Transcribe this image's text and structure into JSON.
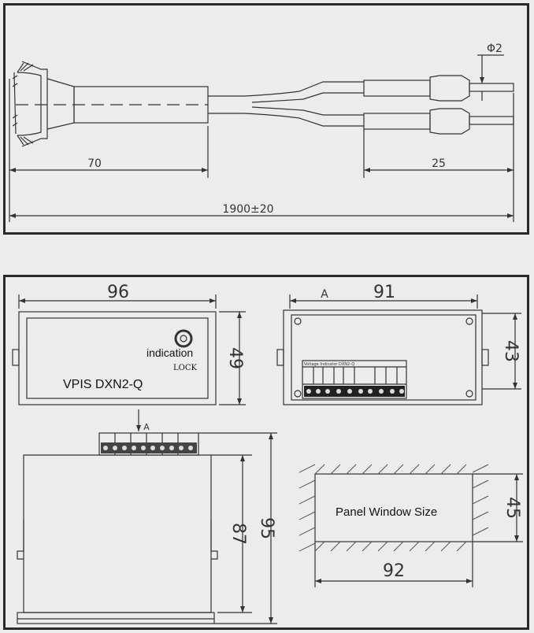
{
  "top": {
    "diameter": "Φ2",
    "dim_length_probe": "70",
    "dim_length_tip": "25",
    "dim_total": "1900±20"
  },
  "front": {
    "width": "96",
    "height": "49",
    "indication": "indication",
    "lock": "LOCK",
    "model": "VPIS DXN2-Q"
  },
  "rear": {
    "view_label": "A",
    "width": "91",
    "height": "43",
    "nameplate": "Voltage Indicator  DXN2-Q"
  },
  "side": {
    "view_arrow_label": "A",
    "height_inner": "87",
    "height_outer": "95"
  },
  "panel_window": {
    "label": "Panel Window Size",
    "width": "92",
    "height": "45"
  },
  "colors": {
    "line": "#333333",
    "background": "#ececec",
    "frame": "#2a2a2a"
  }
}
